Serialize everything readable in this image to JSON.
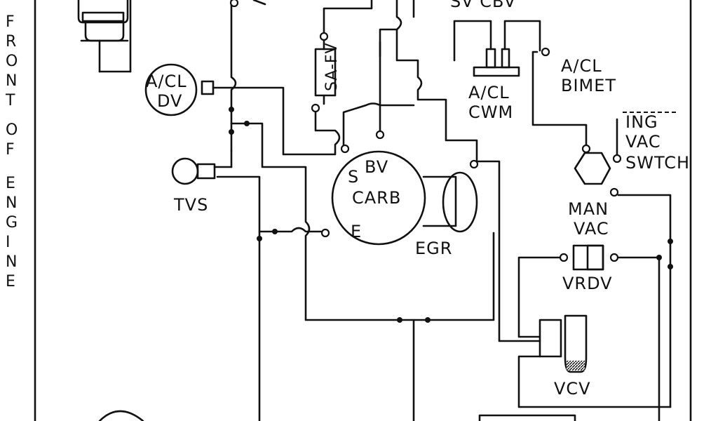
{
  "side_text": [
    "F",
    "R",
    "O",
    "N",
    "T",
    "",
    "O",
    "F",
    "",
    "E",
    "N",
    "G",
    "I",
    "N",
    "E"
  ],
  "labels": {
    "top_right": "SV  CBV",
    "sa_fv": "SA-FV",
    "a_cl_dv_1": "A/CL",
    "a_cl_dv_2": "DV",
    "a_cl_cwm_1": "A/CL",
    "a_cl_cwm_2": "CWM",
    "a_cl_bimet_1": "A/CL",
    "a_cl_bimet_2": "BIMET",
    "ing_1": "ING",
    "ing_2": "VAC",
    "ing_3": "SWTCH",
    "tvs": "TVS",
    "carb_s": "S",
    "carb_bv": "BV",
    "carb": "CARB",
    "carb_e": "E",
    "egr": "EGR",
    "man_1": "MAN",
    "man_2": "VAC",
    "vrdv": "VRDV",
    "vcv": "VCV"
  },
  "colors": {
    "ink": "#111111",
    "paper": "#ffffff"
  }
}
